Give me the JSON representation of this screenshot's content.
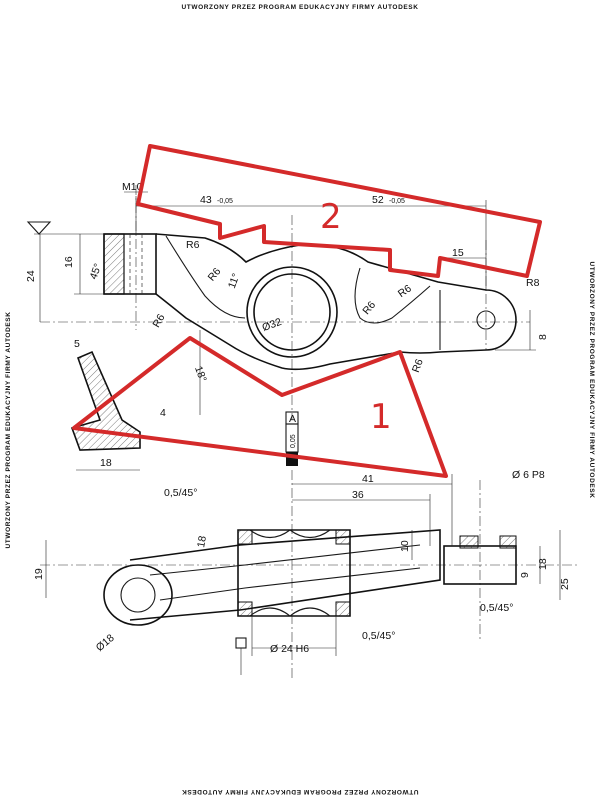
{
  "watermark": "UTWORZONY PRZEZ PROGRAM EDUKACYJNY FIRMY AUTODESK",
  "dims": {
    "m10": "M10",
    "d43": "43",
    "d52": "52",
    "d15": "15",
    "r8": "R8",
    "r6": "R6",
    "d11deg": "11°",
    "d24": "24",
    "d16": "16",
    "d45deg": "45°",
    "d32": "Ø32",
    "d8": "8",
    "d18deg": "18°",
    "d5": "5",
    "d4": "4",
    "d18": "18",
    "d41": "41",
    "d36": "36",
    "d6p8": "Ø 6 P8",
    "c05": "0,5/45°",
    "d19": "19",
    "d10": "10",
    "d9": "9",
    "d25": "25",
    "d18b": "Ø18",
    "d24h6": "Ø 24 H6",
    "frame_a": "A",
    "frame_val": "0,05"
  },
  "annotations": {
    "region1": "1",
    "region2": "2"
  },
  "colors": {
    "line": "#1a1a1a",
    "markup": "#d42a2a"
  }
}
